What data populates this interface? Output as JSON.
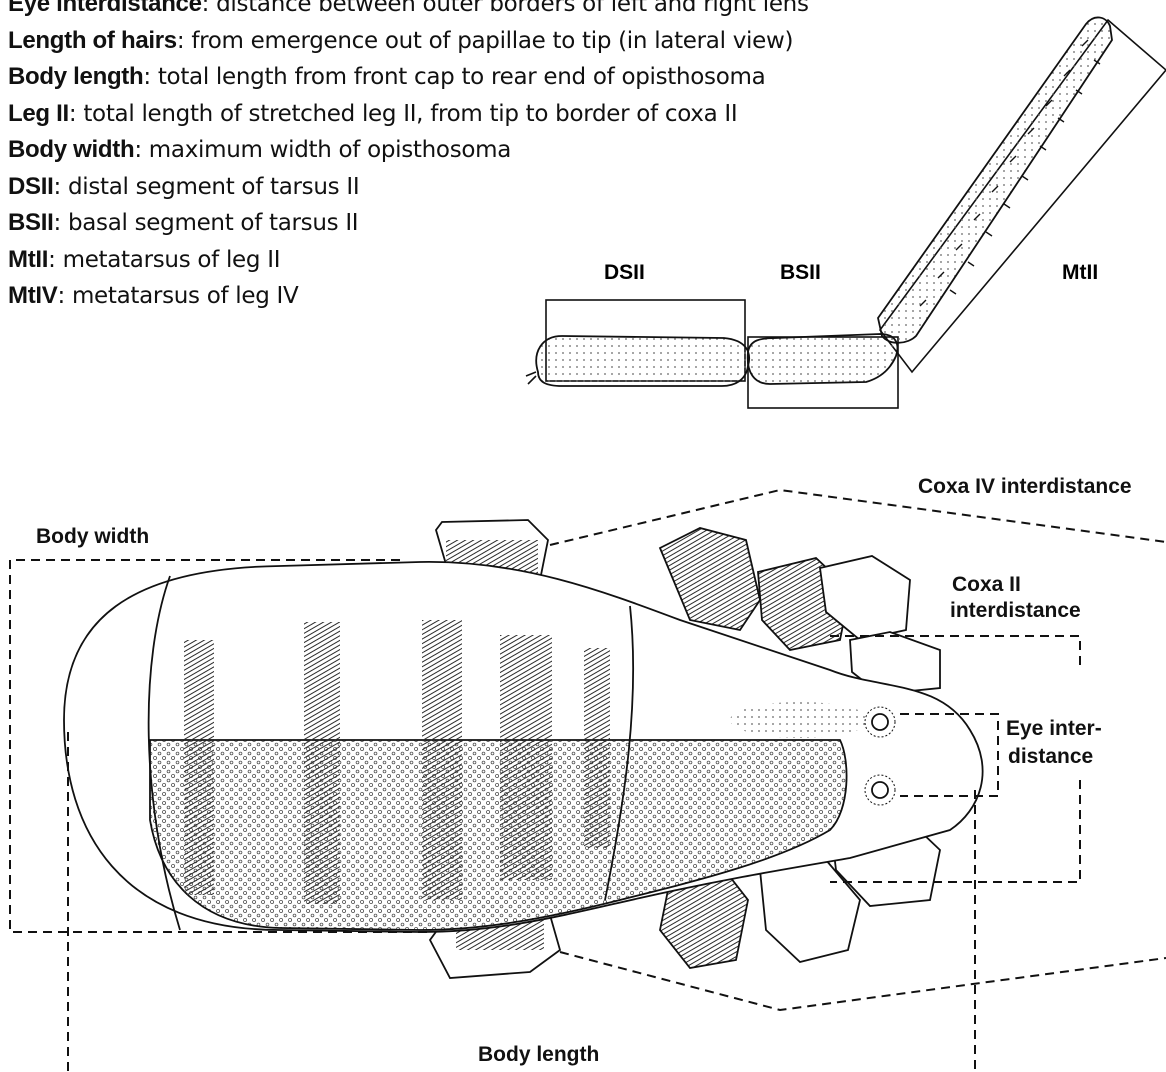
{
  "definitions": [
    {
      "term": "Eye interdistance",
      "desc": "distance between outer borders of left and right lens"
    },
    {
      "term": "Length of hairs",
      "desc": "from emergence out of papillae to tip (in lateral view)"
    },
    {
      "term": "Body length",
      "desc": "total length from front cap to rear end of opisthosoma"
    },
    {
      "term": "Leg II",
      "desc": "total length of stretched leg II, from tip to border of coxa II"
    },
    {
      "term": "Body width",
      "desc": "maximum width of opisthosoma"
    },
    {
      "term": "DSII",
      "desc": "distal segment of tarsus II"
    },
    {
      "term": "BSII",
      "desc": "basal segment of tarsus II"
    },
    {
      "term": "MtII",
      "desc": "metatarsus of leg II"
    },
    {
      "term": "MtIV",
      "desc": "metatarsus of leg IV"
    }
  ],
  "leg_labels": {
    "dsii": "DSII",
    "bsii": "BSII",
    "mtii": "MtII"
  },
  "body_labels": {
    "coxa4": "Coxa IV interdistance",
    "coxa2_line1": "Coxa II",
    "coxa2_line2": "interdistance",
    "eye_line1": "Eye inter-",
    "eye_line2": "distance",
    "body_width": "Body width",
    "body_length": "Body length"
  },
  "colors": {
    "ink": "#111111",
    "stipple": "#555555",
    "shade": "#2a2a2a"
  }
}
